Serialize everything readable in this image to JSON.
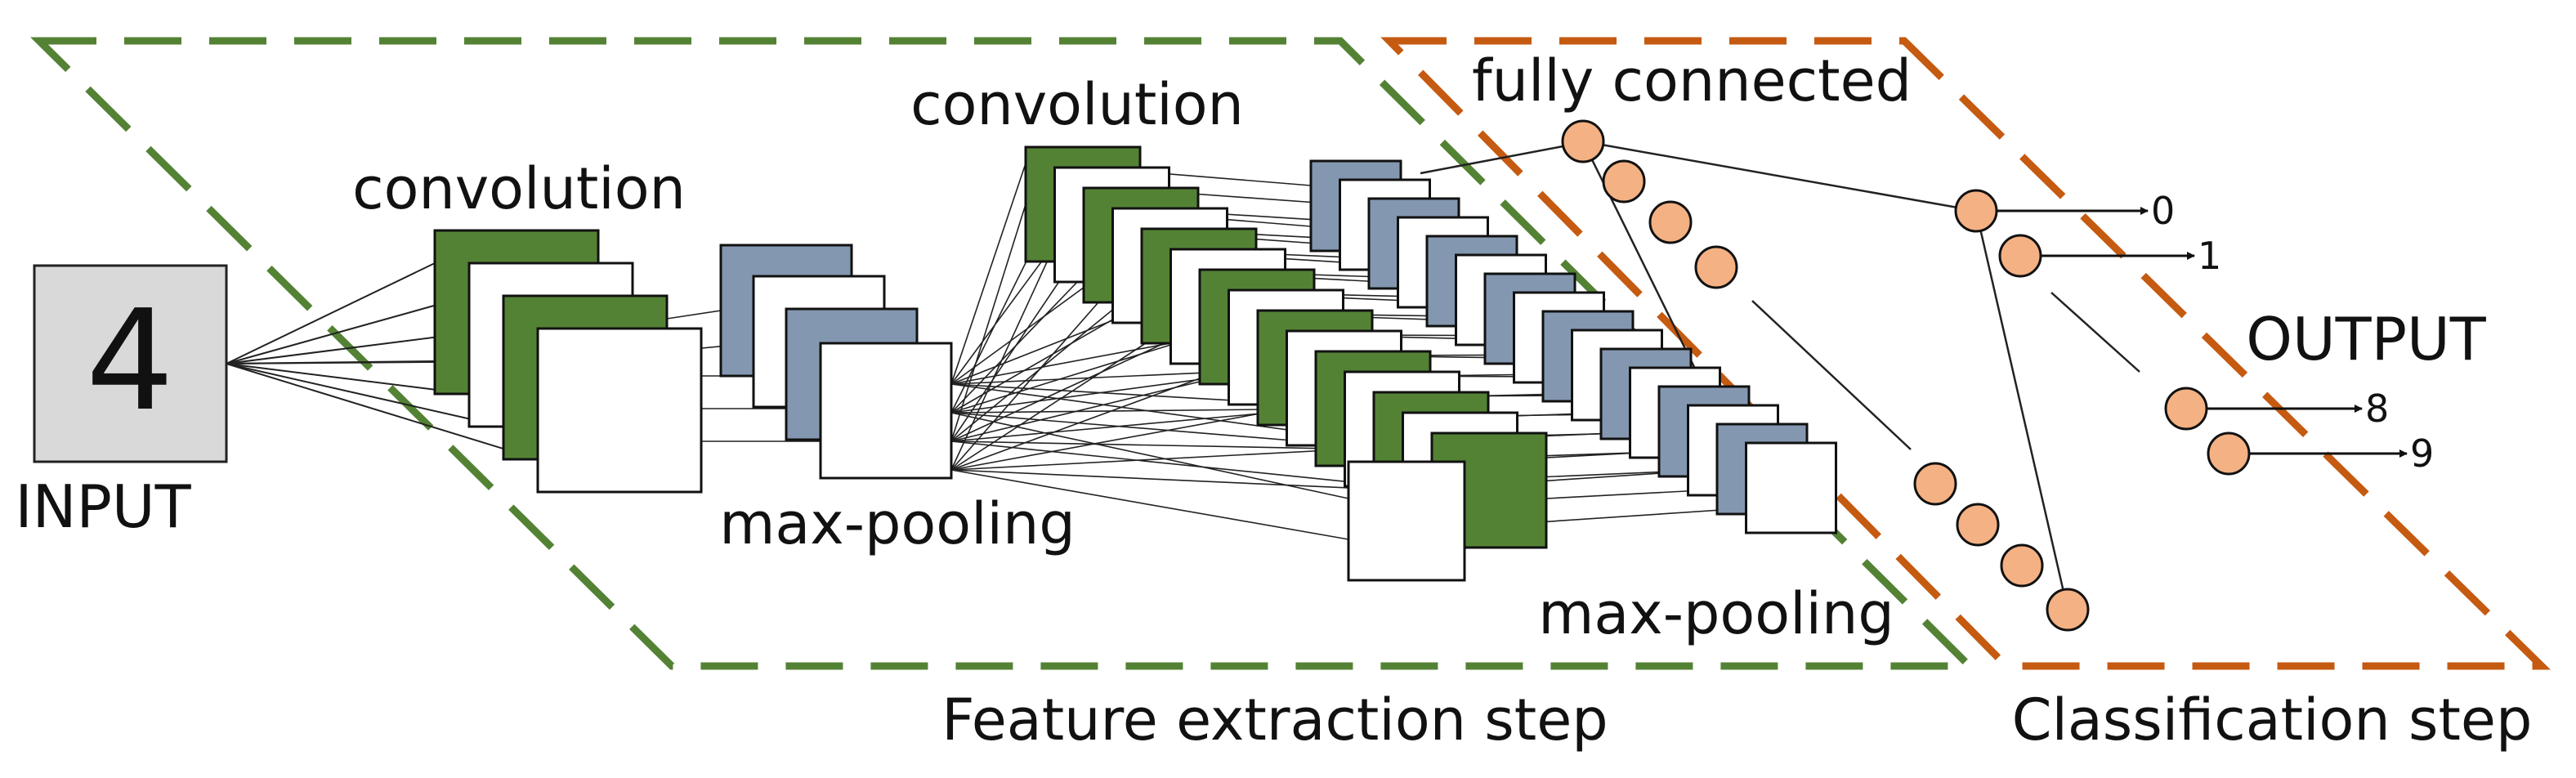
{
  "input": {
    "digit": "4",
    "label": "INPUT"
  },
  "feature_extraction": {
    "conv1_label": "convolution",
    "pool1_label": "max-pooling",
    "conv2_label": "convolution",
    "pool2_label": "max-pooling",
    "step_label": "Feature extraction step"
  },
  "classification": {
    "fc_label": "fully connected",
    "output_label": "OUTPUT",
    "step_label": "Classification step",
    "outputs": [
      "0",
      "1",
      "8",
      "9"
    ]
  },
  "colors": {
    "green_dash": "#548235",
    "orange_dash": "#C55A11",
    "conv_green": "#548235",
    "pool_blue": "#8497B0",
    "node_fill": "#F4B183",
    "input_fill": "#D9D9D9"
  }
}
